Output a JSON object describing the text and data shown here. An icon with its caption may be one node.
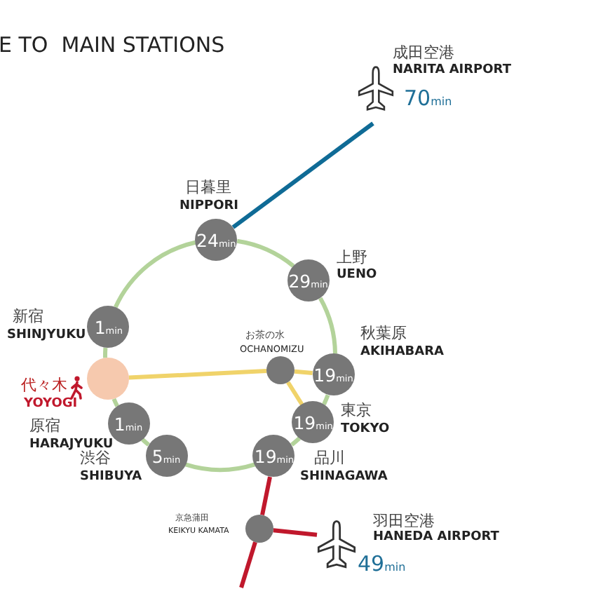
{
  "diagram": {
    "title": "E TO  MAIN STATIONS",
    "nodes": [
      {
        "text": [
          "成田空港",
          "NARITA AIRPORT",
          "70min"
        ]
      },
      {
        "text": [
          "24min"
        ],
        "beside": [
          "日暮里",
          "NIPPORI"
        ]
      },
      {
        "text": [
          "29min"
        ],
        "beside": [
          "上野",
          "UENO"
        ]
      },
      {
        "text": [
          "1min"
        ],
        "beside": [
          "新宿",
          "SHINJYUKU"
        ]
      },
      {
        "text": [],
        "shape": "circle",
        "beside": [
          "お茶の水",
          "OCHANOMIZU"
        ]
      },
      {
        "text": [
          "19min"
        ],
        "beside": [
          "秋葉原",
          "AKIHABARA"
        ]
      },
      {
        "text": [],
        "shape": "circle",
        "beside": [
          "代々木",
          "YOYOGI"
        ]
      },
      {
        "text": [
          "19min"
        ],
        "beside": [
          "東京",
          "TOKYO"
        ]
      },
      {
        "text": [
          "1min"
        ],
        "beside": [
          "原宿",
          "HARAJYUKU"
        ]
      },
      {
        "text": [
          "5min"
        ],
        "beside": [
          "渋谷",
          "SHIBUYA"
        ]
      },
      {
        "text": [
          "19min"
        ],
        "beside": [
          "品川",
          "SHINAGAWA"
        ]
      },
      {
        "text": [],
        "shape": "circle",
        "beside": [
          "京急蒲田",
          "KEIKYU KAMATA"
        ]
      },
      {
        "text": [
          "羽田空港",
          "HANEDA AIRPORT",
          "49min"
        ]
      }
    ],
    "edges": [
      {
        "from": 1,
        "to": 0,
        "arrow": "none",
        "color": "#0f6b96"
      },
      {
        "from": 1,
        "to": 2,
        "arrow": "none"
      },
      {
        "from": 2,
        "to": 5,
        "arrow": "none"
      },
      {
        "from": 5,
        "to": 7,
        "arrow": "none"
      },
      {
        "from": 7,
        "to": 10,
        "arrow": "none"
      },
      {
        "from": 10,
        "to": 9,
        "arrow": "none"
      },
      {
        "from": 9,
        "to": 8,
        "arrow": "none"
      },
      {
        "from": 8,
        "to": 6,
        "arrow": "none"
      },
      {
        "from": 6,
        "to": 3,
        "arrow": "none"
      },
      {
        "from": 3,
        "to": 1,
        "arrow": "none"
      },
      {
        "from": 6,
        "to": 4,
        "arrow": "none",
        "color": "#f0d36a"
      },
      {
        "from": 4,
        "to": 5,
        "arrow": "none",
        "color": "#f0d36a"
      },
      {
        "from": 4,
        "to": 7,
        "arrow": "none",
        "color": "#f0d36a"
      },
      {
        "from": 10,
        "to": 11,
        "arrow": "none",
        "color": "#c0182c"
      },
      {
        "from": 11,
        "to": 12,
        "arrow": "none",
        "color": "#c0182c"
      },
      {
        "from": 11,
        "to": null,
        "arrow": "none",
        "color": "#c0182c"
      }
    ]
  }
}
